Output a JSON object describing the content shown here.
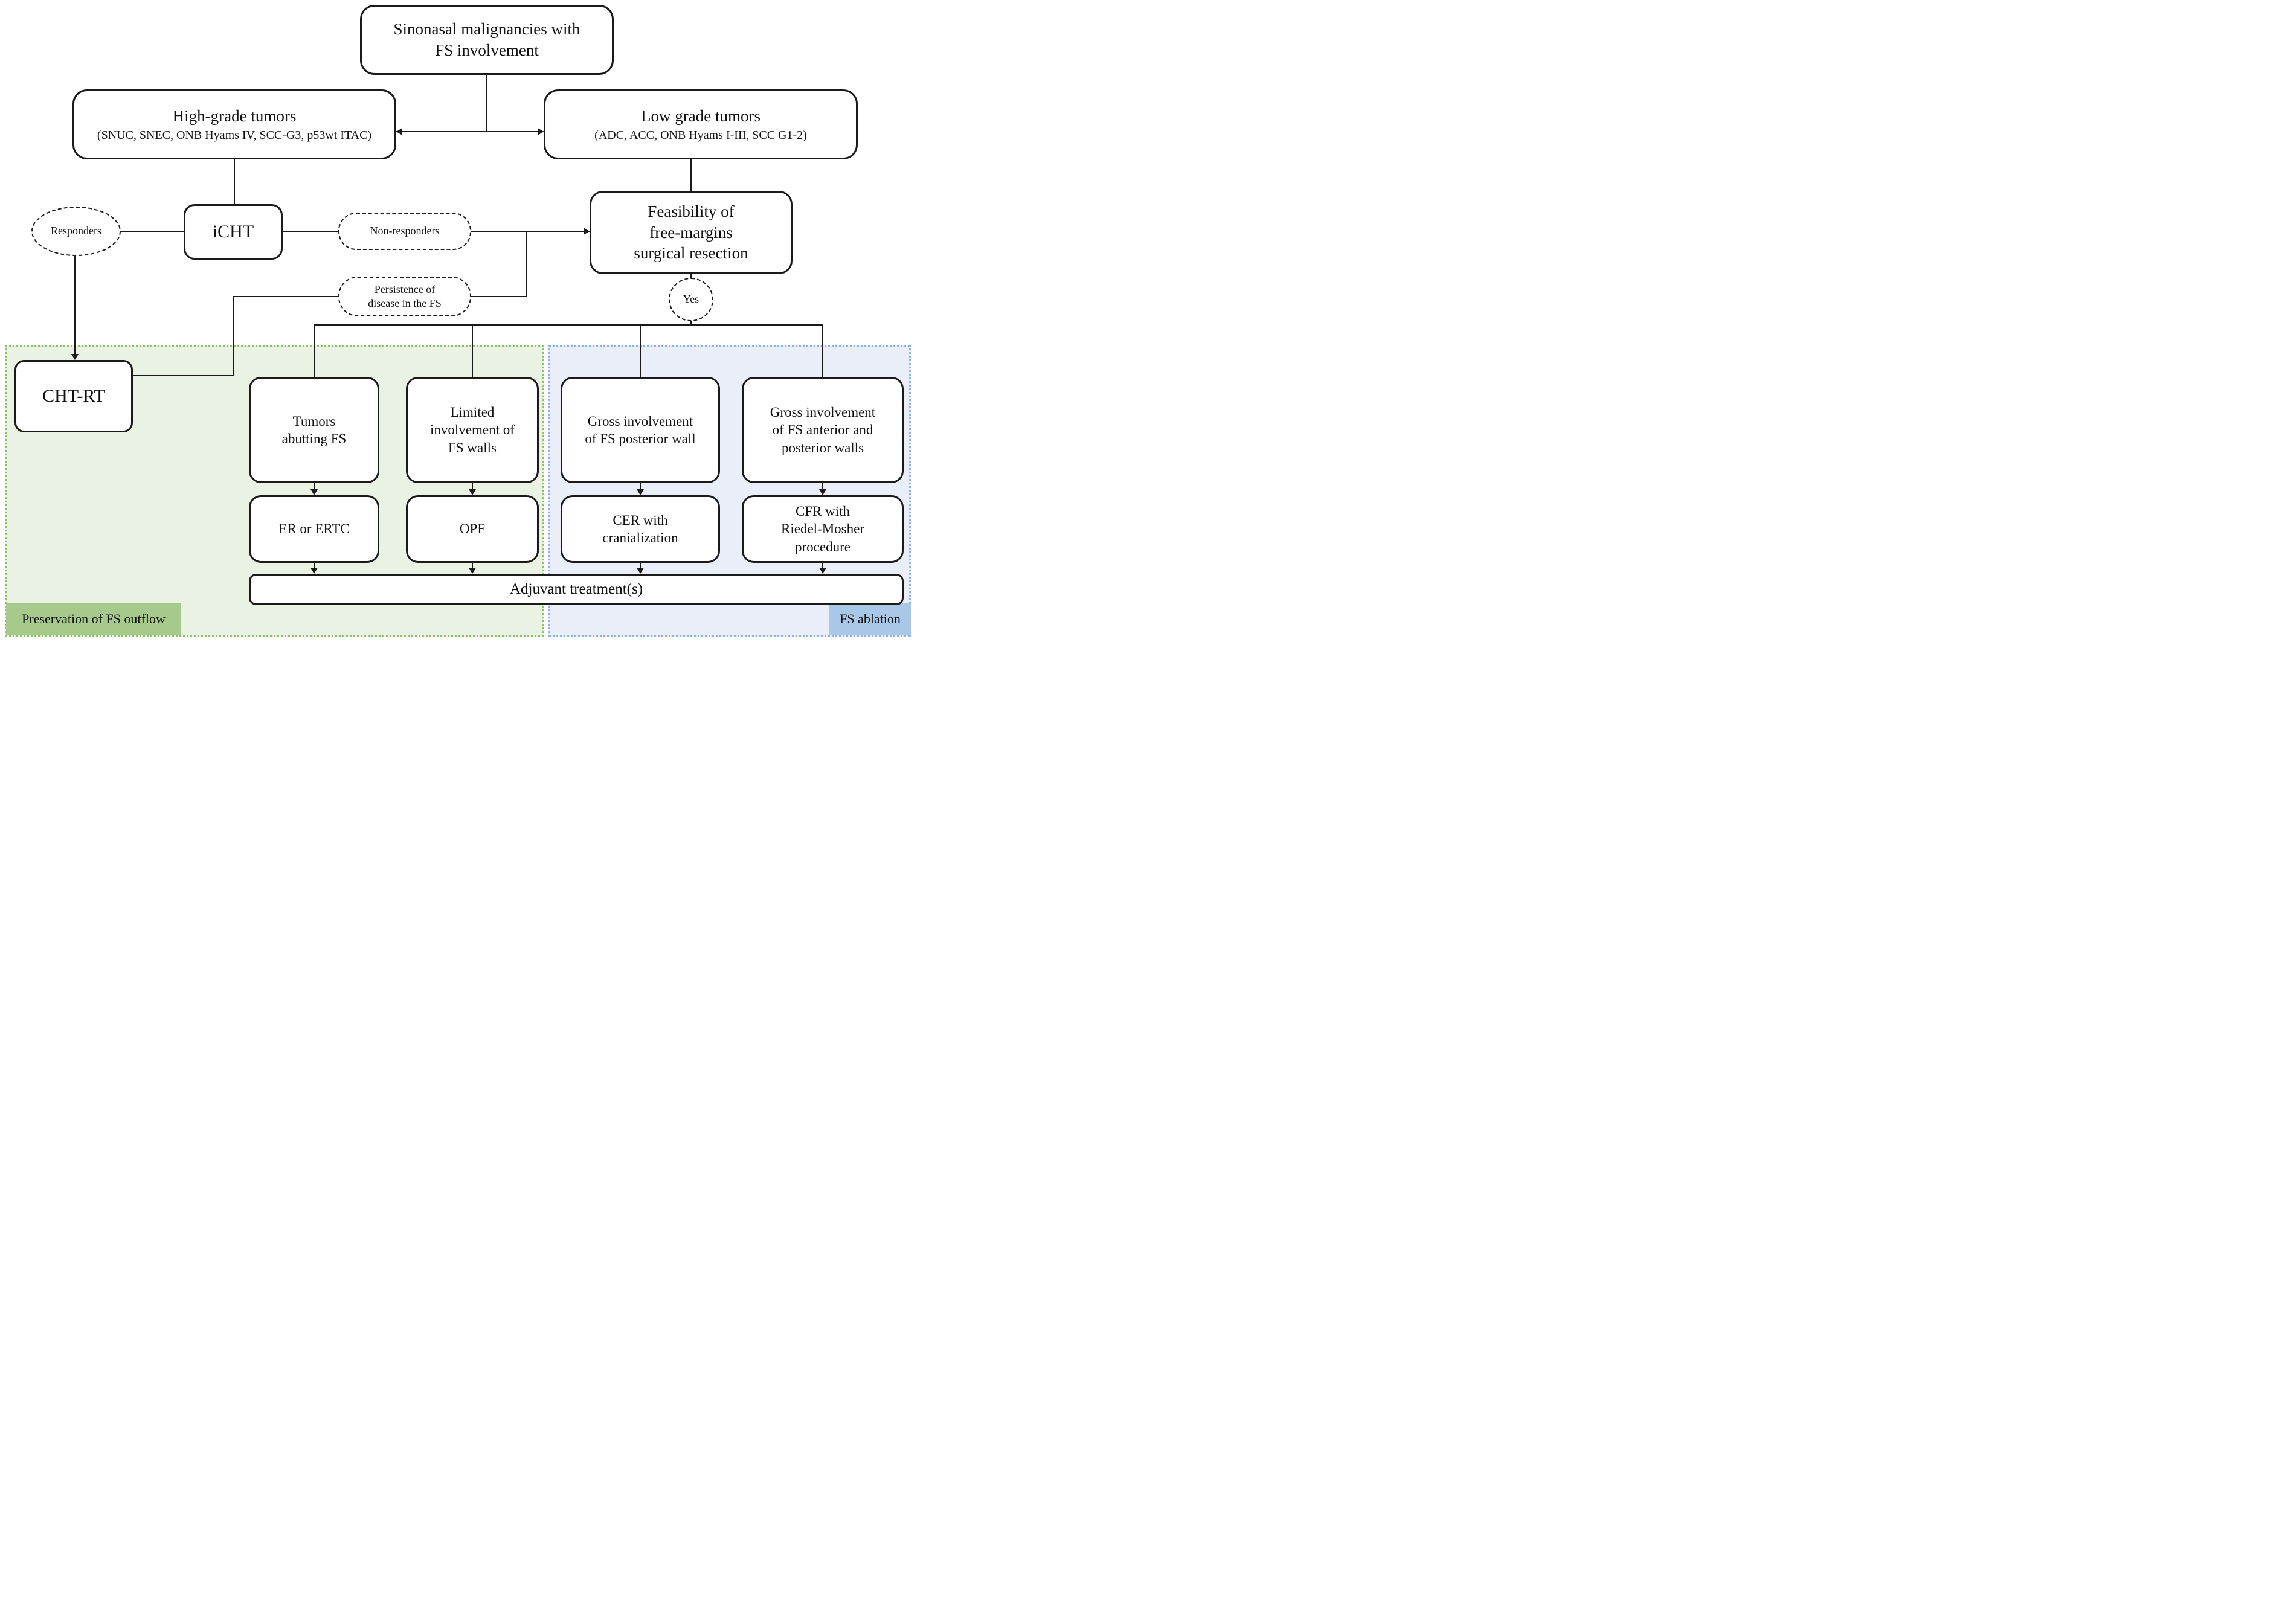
{
  "nodes": {
    "root": {
      "label": "Sinonasal malignancies with\nFS involvement"
    },
    "high_grade": {
      "title": "High-grade tumors",
      "subtitle": "(SNUC, SNEC, ONB Hyams IV, SCC-G3, p53wt ITAC)"
    },
    "low_grade": {
      "title": "Low grade tumors",
      "subtitle": "(ADC, ACC, ONB Hyams I-III, SCC G1-2)"
    },
    "responders": {
      "label": "Responders"
    },
    "icht": {
      "label": "iCHT"
    },
    "non_responders": {
      "label": "Non-responders"
    },
    "feasibility": {
      "label": "Feasibility of\nfree-margins\nsurgical resection"
    },
    "persistence": {
      "label": "Persistence of\ndisease in the FS"
    },
    "yes": {
      "label": "Yes"
    },
    "cht_rt": {
      "label": "CHT-RT"
    },
    "tumors_abutting": {
      "label": "Tumors\nabutting FS"
    },
    "limited_involvement": {
      "label": "Limited\ninvolvement of\nFS walls"
    },
    "gross_posterior": {
      "label": "Gross involvement\nof FS posterior wall"
    },
    "gross_ant_post": {
      "label": "Gross involvement\nof FS anterior and\nposterior walls"
    },
    "er_ertc": {
      "label": "ER or ERTC"
    },
    "opf": {
      "label": "OPF"
    },
    "cer": {
      "label": "CER with\ncranialization"
    },
    "cfr": {
      "label": "CFR with\nRiedel-Mosher\nprocedure"
    },
    "adjuvant": {
      "label": "Adjuvant treatment(s)"
    }
  },
  "regions": {
    "green": {
      "label": "Preservation of FS outflow",
      "fill": "#eaf2e3",
      "border": "#8cc069",
      "band": "#a5ca8c"
    },
    "blue": {
      "label": "FS ablation",
      "fill": "#e9eef8",
      "border": "#8fb4e0",
      "band": "#a9c7e6"
    }
  }
}
